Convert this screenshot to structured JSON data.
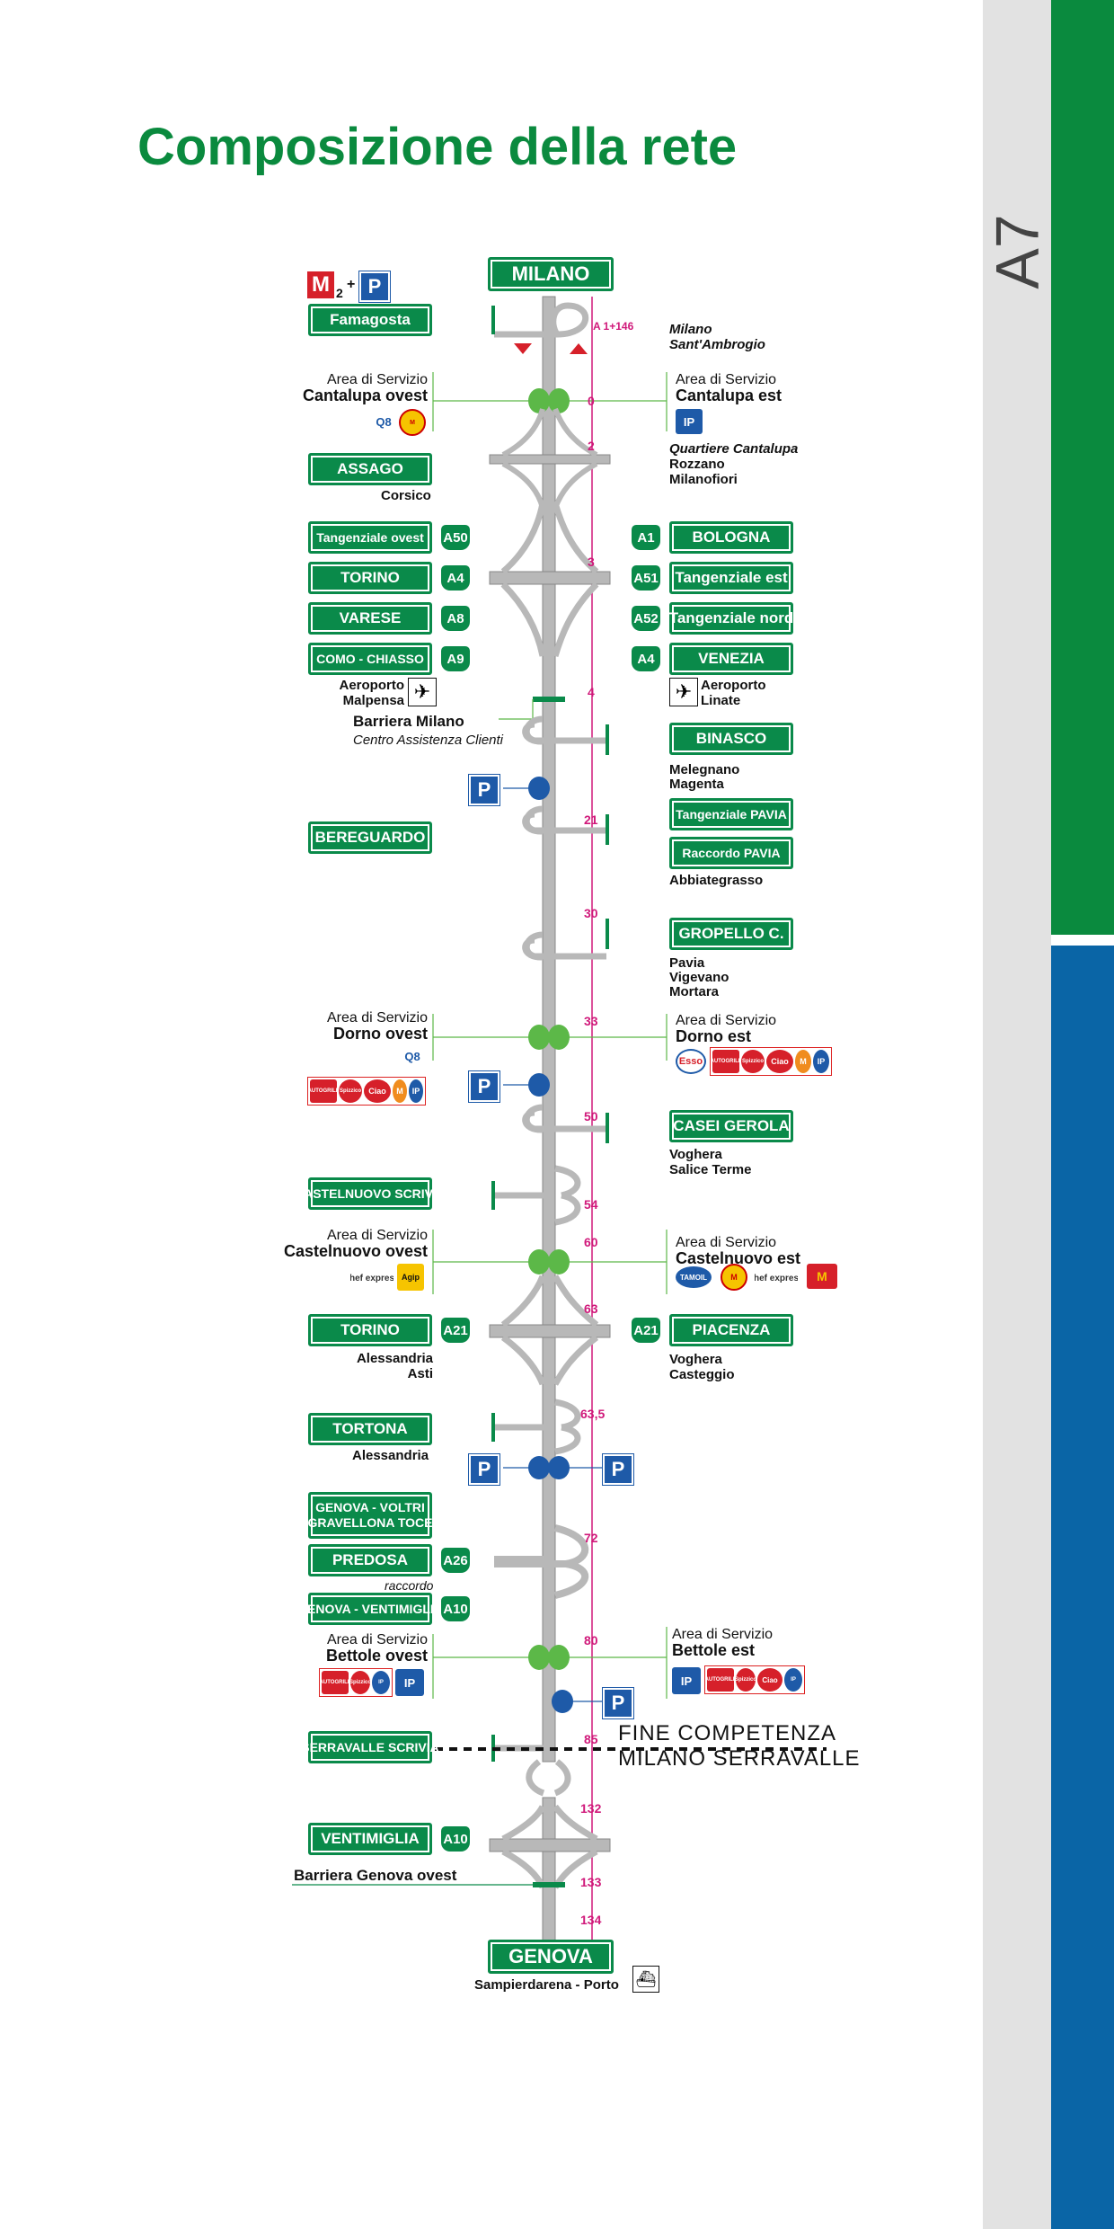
{
  "page": {
    "title": "Composizione della rete",
    "side_label": "A7"
  },
  "colors": {
    "green": "#0a8a4a",
    "blue": "#0a65a6",
    "km": "#d0197a",
    "road": "#b8b8b8",
    "service_area": "#5cb848"
  },
  "terminals": {
    "start": "MILANO",
    "end": "GENOVA",
    "end_note": "Sampierdarena - Porto"
  },
  "metro": {
    "m_label": "M",
    "m_sub": "2",
    "plus": "+",
    "p": "P"
  },
  "signs": {
    "famagosta": "Famagosta",
    "assago": "ASSAGO",
    "tang_ovest": "Tangenziale ovest",
    "torino1": "TORINO",
    "varese": "VARESE",
    "como": "COMO - CHIASSO",
    "bologna": "BOLOGNA",
    "tang_est": "Tangenziale est",
    "tang_nord": "Tangenziale nord",
    "venezia": "VENEZIA",
    "binasco": "BINASCO",
    "bereguardo": "BEREGUARDO",
    "tang_pavia": "Tangenziale PAVIA",
    "racc_pavia": "Raccordo PAVIA",
    "gropello": "GROPELLO C.",
    "casei": "CASEI GEROLA",
    "castelnuovo": "CASTELNUOVO SCRIVIA",
    "torino2": "TORINO",
    "piacenza": "PIACENZA",
    "tortona": "TORTONA",
    "voltri_1": "GENOVA - VOLTRI",
    "voltri_2": "GRAVELLONA TOCE",
    "predosa": "PREDOSA",
    "ventimiglia1": "GENOVA - VENTIMIGLIA",
    "serravalle": "SERRAVALLE SCRIVIA",
    "ventimiglia2": "VENTIMIGLIA"
  },
  "shields": {
    "a50": "A50",
    "a4l": "A4",
    "a8": "A8",
    "a9": "A9",
    "a1": "A1",
    "a51": "A51",
    "a52": "A52",
    "a4r": "A4",
    "a21l": "A21",
    "a21r": "A21",
    "a26": "A26",
    "a10a": "A10",
    "a10b": "A10"
  },
  "texts": {
    "milano_sa_1": "Milano",
    "milano_sa_2": "Sant'Ambrogio",
    "a1146": "A 1+146",
    "corsico": "Corsico",
    "quartiere_1": "Quartiere Cantalupa",
    "quartiere_2": "Rozzano",
    "quartiere_3": "Milanofiori",
    "malpensa_1": "Aeroporto",
    "malpensa_2": "Malpensa",
    "linate_1": "Aeroporto",
    "linate_2": "Linate",
    "barriera_milano": "Barriera Milano",
    "centro_assistenza": "Centro Assistenza Clienti",
    "melegnano_1": "Melegnano",
    "melegnano_2": "Magenta",
    "abbiategrasso": "Abbiategrasso",
    "pavia_1": "Pavia",
    "pavia_2": "Vigevano",
    "pavia_3": "Mortara",
    "voghera1_1": "Voghera",
    "voghera1_2": "Salice Terme",
    "alessandria1_1": "Alessandria",
    "alessandria1_2": "Asti",
    "voghera2_1": "Voghera",
    "voghera2_2": "Casteggio",
    "alessandria2": "Alessandria",
    "raccordo": "raccordo",
    "barriera_genova": "Barriera  Genova ovest",
    "fine_1": "FINE COMPETENZA",
    "fine_2": "MILANO SERRAVALLE"
  },
  "areas": {
    "label": "Area di Servizio",
    "cantalupa_ovest": "Cantalupa ovest",
    "cantalupa_est": "Cantalupa est",
    "dorno_ovest": "Dorno ovest",
    "dorno_est": "Dorno est",
    "castelnuovo_ovest": "Castelnuovo ovest",
    "castelnuovo_est": "Castelnuovo est",
    "bettole_ovest": "Bettole ovest",
    "bettole_est": "Bettole est"
  },
  "brands": {
    "q8": "Q8",
    "ip": "IP",
    "esso": "Esso",
    "tamoil": "TAMOIL",
    "autogrill": "AUTOGRILL",
    "ciao": "Ciao",
    "spizzico": "Spizzico",
    "chef": "chef express",
    "agip": "Agip",
    "mc": "M"
  },
  "km": {
    "k0": "0",
    "k2": "2",
    "k3": "3",
    "k4": "4",
    "k21": "21",
    "k30": "30",
    "k33": "33",
    "k50": "50",
    "k54": "54",
    "k60": "60",
    "k63": "63",
    "k635": "63,5",
    "k72": "72",
    "k80": "80",
    "k85": "85",
    "k132": "132",
    "k133": "133",
    "k134": "134"
  },
  "parking": "P"
}
